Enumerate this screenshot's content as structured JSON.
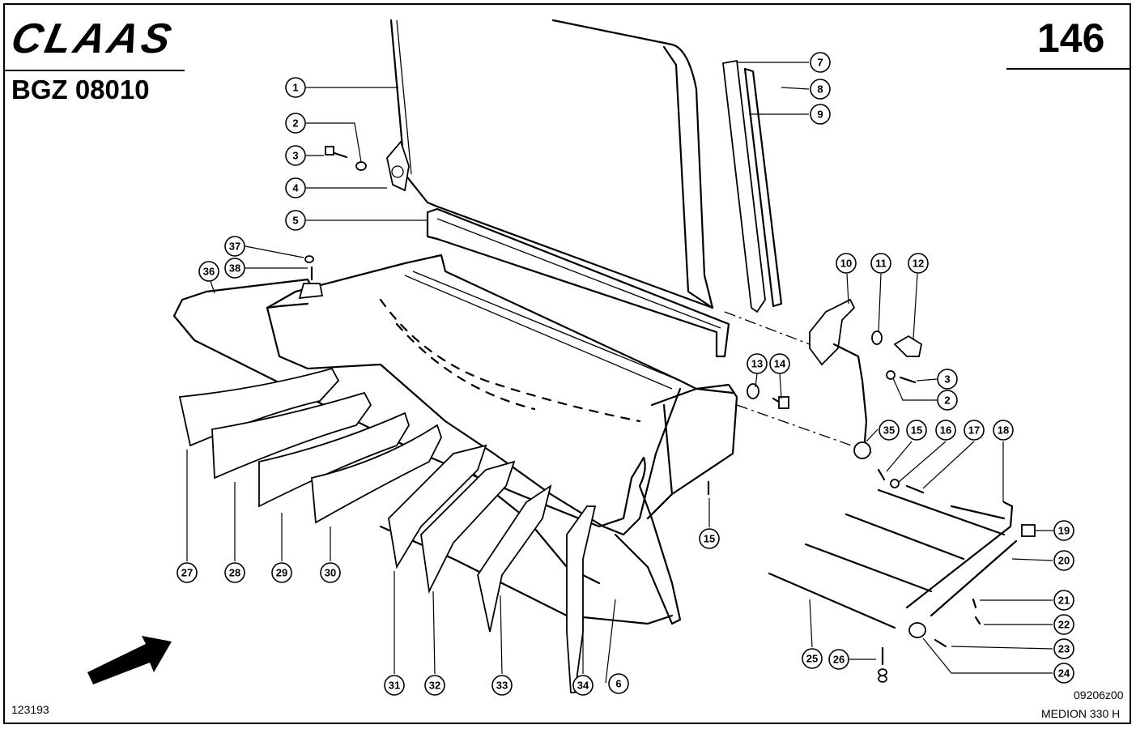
{
  "header": {
    "brand": "CLAAS",
    "doc_number": "BGZ 08010",
    "page_number": "146"
  },
  "footer": {
    "left_code": "123193",
    "drawing_code": "09206z00",
    "model": "MEDION 330 H"
  },
  "callouts": [
    "1",
    "2",
    "3",
    "4",
    "5",
    "6",
    "7",
    "8",
    "9",
    "10",
    "11",
    "12",
    "2",
    "3",
    "13",
    "14",
    "15",
    "15",
    "16",
    "17",
    "18",
    "19",
    "20",
    "21",
    "22",
    "23",
    "24",
    "25",
    "26",
    "27",
    "28",
    "29",
    "30",
    "31",
    "32",
    "33",
    "34",
    "35",
    "36",
    "37",
    "38"
  ]
}
